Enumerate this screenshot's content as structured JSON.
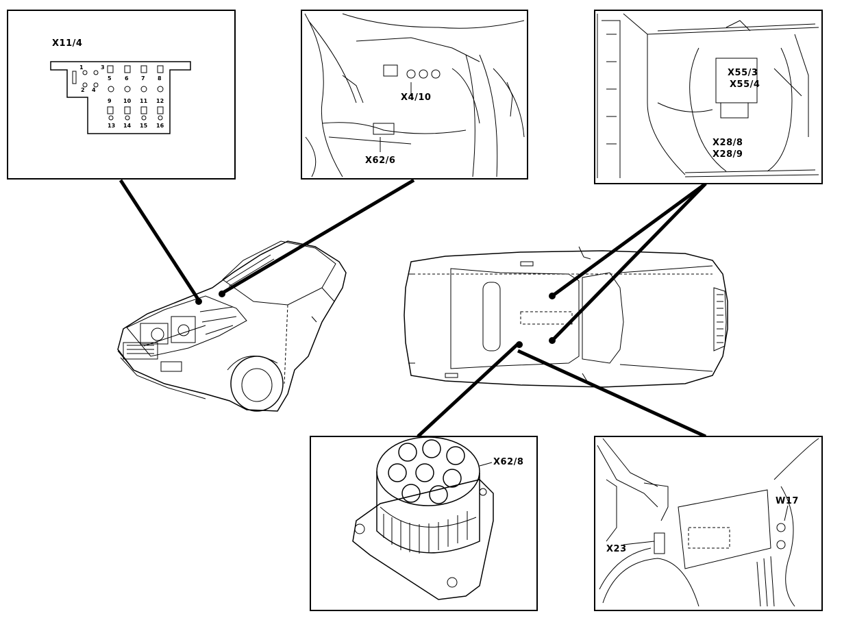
{
  "callouts": {
    "x11_4": "X11/4",
    "x4_10": "X4/10",
    "x62_6": "X62/6",
    "x55_3": "X55/3",
    "x55_4": "X55/4",
    "x28_8": "X28/8",
    "x28_9": "X28/9",
    "x62_8": "X62/8",
    "w17": "W17",
    "x23": "X23"
  },
  "x11_4_pins": [
    "1",
    "2",
    "3",
    "4",
    "5",
    "6",
    "7",
    "8",
    "9",
    "10",
    "11",
    "12",
    "13",
    "14",
    "15",
    "16"
  ]
}
